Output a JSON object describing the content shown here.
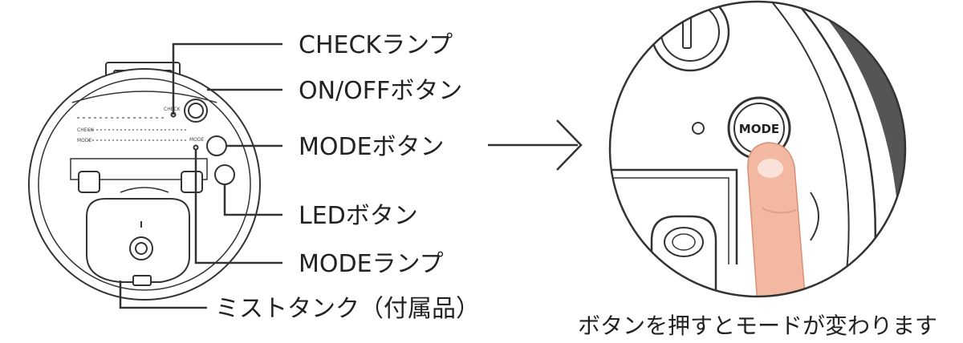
{
  "labels": {
    "check_lamp": "CHECKランプ",
    "onoff_button": "ON/OFFボタン",
    "mode_button": "MODEボタン",
    "led_button": "LEDボタン",
    "mode_lamp": "MODEランプ",
    "mist_tank": "ミストタンク（付属品）"
  },
  "zoom": {
    "button_text": "MODE",
    "caption": "ボタンを押すとモードが変わります"
  },
  "device_panel": {
    "check_mark": "CHECK",
    "mode_mark": "MODE",
    "row1": "CHECK",
    "row2": "MODE"
  },
  "colors": {
    "line": "#333333",
    "finger": "#f2b8a2",
    "finger_shadow": "#e49d86",
    "rim_dark": "#555555"
  }
}
